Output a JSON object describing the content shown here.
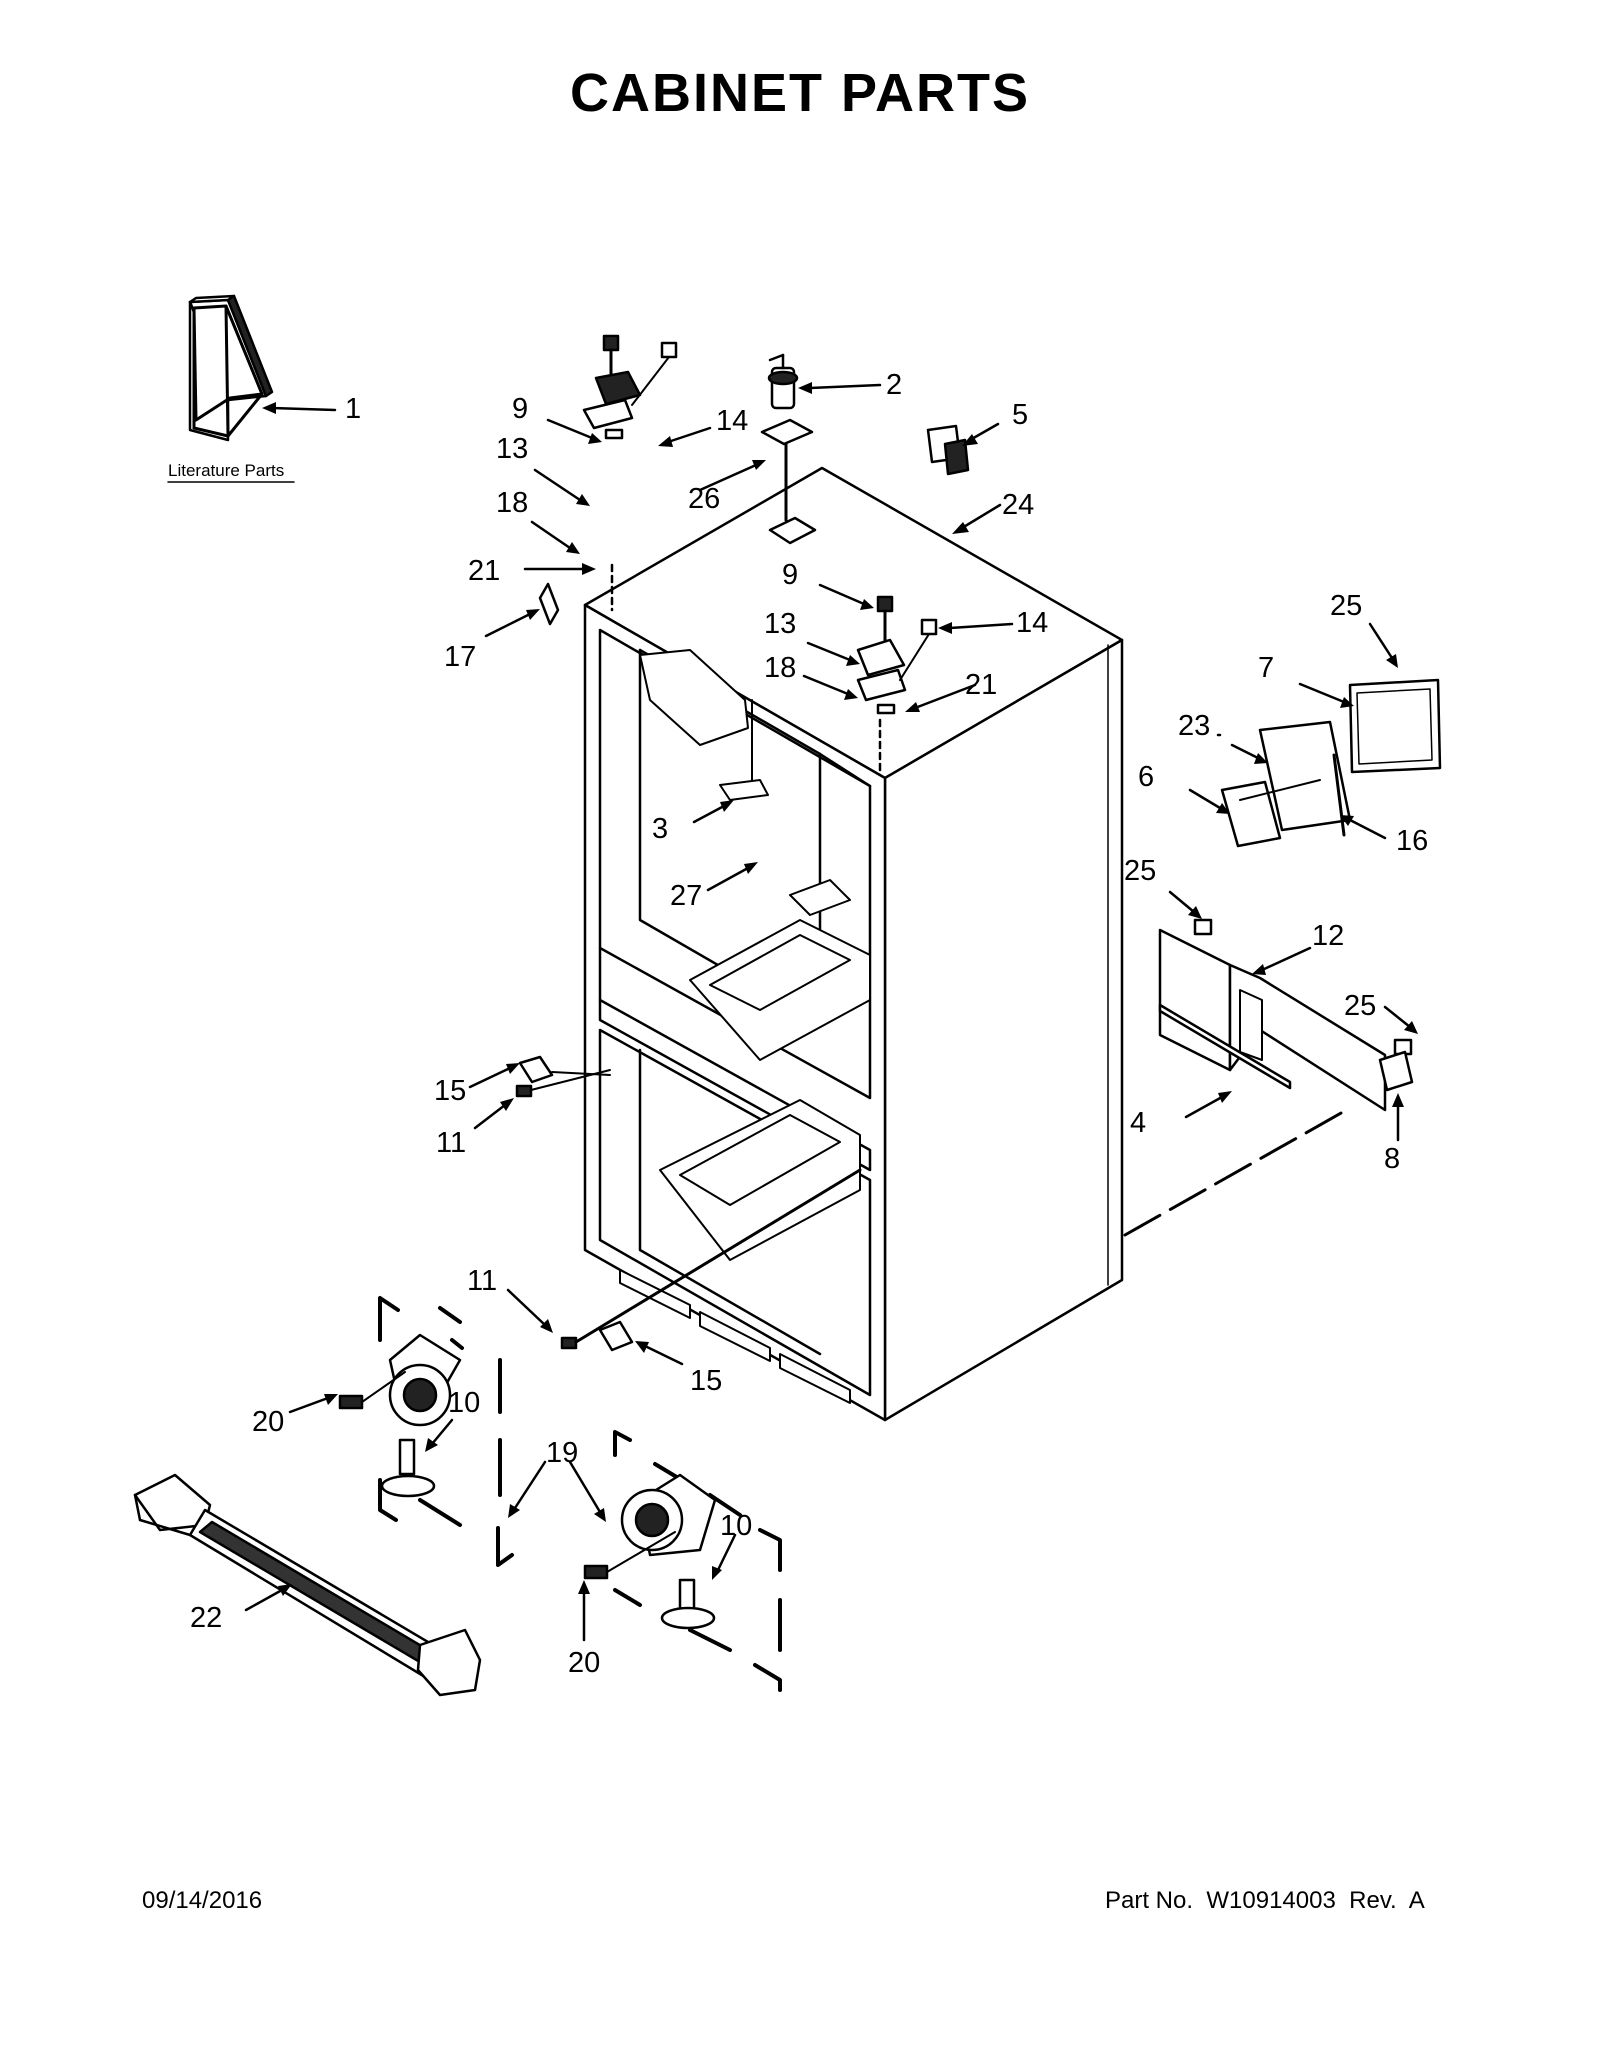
{
  "page": {
    "title": "CABINET PARTS",
    "date": "09/14/2016",
    "part_number": "Part No.  W10914003  Rev.  A"
  },
  "diagram": {
    "literature_label": "Literature Parts",
    "callouts": [
      "1",
      "2",
      "3",
      "4",
      "5",
      "6",
      "7",
      "8",
      "9",
      "9",
      "10",
      "10",
      "11",
      "11",
      "12",
      "13",
      "13",
      "14",
      "14",
      "15",
      "15",
      "16",
      "17",
      "18",
      "18",
      "19",
      "20",
      "20",
      "21",
      "21",
      "22",
      "23",
      "24",
      "25",
      "25",
      "25",
      "26",
      "27"
    ]
  }
}
